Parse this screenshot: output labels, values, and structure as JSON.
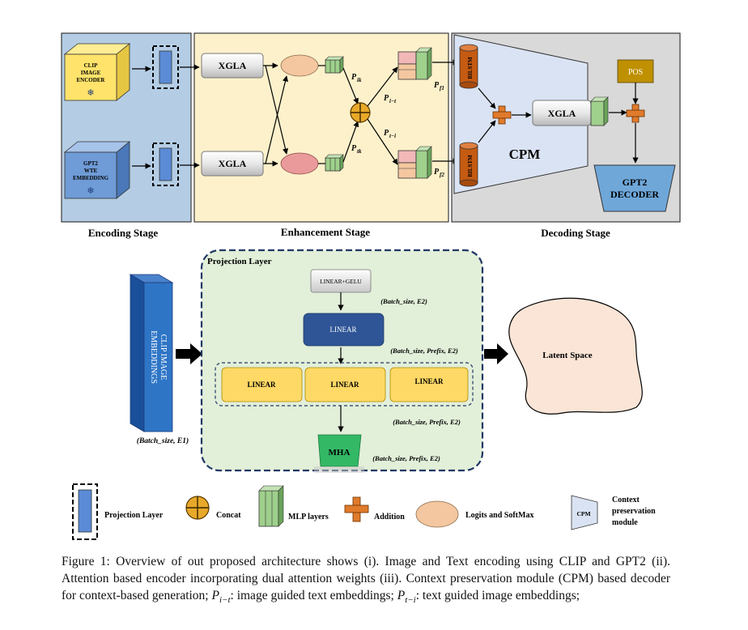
{
  "colors": {
    "encoding_bg": "#b4cde4",
    "enhancement_bg": "#fdf1cb",
    "decoding_bg": "#d9d9d9",
    "projection_bg": "#e2efd9",
    "cube_blue": "#6f9bd6",
    "cube_yellow": "#ffe36b",
    "linear_yellow": "#ffd966",
    "linear_navy": "#2f5597",
    "mha_green": "#33b866",
    "logits": "#f4c7a0",
    "addition": "#e07b2c",
    "concat": "#e8a92a",
    "mlp_green": "#9fd08c",
    "bilstm": "#c55a11",
    "pos": "#bf9000",
    "cpm_fill": "#dae3f3",
    "gpt2_decoder": "#6fa7d9"
  },
  "icons": [
    "snowflake-icon",
    "concat-icon",
    "addition-icon",
    "mlp-icon",
    "projection-icon",
    "logits-icon",
    "cpm-icon"
  ],
  "top": {
    "stages": {
      "encoding": "Encoding Stage",
      "enhancement": "Enhancement Stage",
      "decoding": "Decoding Stage"
    },
    "clip_encoder": [
      "CLIP",
      "IMAGE",
      "ENCODER"
    ],
    "gpt2_wte": [
      "GPT2",
      "WTE",
      "EMBEDDING"
    ],
    "snowflake": "❄",
    "xgla_label": "XGLA",
    "p_ik": "P",
    "p_ik_sub": "ik",
    "p_tk": "P",
    "p_tk_sub": "tk",
    "p_it": "P",
    "p_it_sub": "i−t",
    "p_ti": "P",
    "p_ti_sub": "t−i",
    "p_f1": "P",
    "p_f1_sub": "f1",
    "p_f2": "P",
    "p_f2_sub": "f2",
    "bilstm": "BILSTM",
    "cpm": "CPM",
    "pos": "POS",
    "gpt2_decoder": [
      "GPT2",
      "DECODER"
    ]
  },
  "bottom": {
    "clip_embeddings": [
      "CLIP IMAGE",
      "EMBEDDINGS"
    ],
    "clip_shape": "(Batch_size, E1)",
    "projection_title": "Projection Layer",
    "linear_gelu": "LINEAR+GELU",
    "shape_e2": "(Batch_size, E2)",
    "linear": "LINEAR",
    "shape_prefix_e2": "(Batch_size, Prefix, E2)",
    "linear_1": "LINEAR",
    "linear_2": "LINEAR",
    "linear_3": "LINEAR",
    "shape_prefix_e2_b": "(Batch_size, Prefix, E2)",
    "mha": "MHA",
    "shape_prefix_e2_c": "(Batch_size, Prefix, E2)",
    "latent_space": "Latent Space"
  },
  "legend": {
    "projection": "Projection Layer",
    "concat": "Concat",
    "mlp": "MLP layers",
    "addition": "Addition",
    "logits": "Logits and SoftMax",
    "cpm_icon": "CPM",
    "cpm": [
      "Context",
      "preservation",
      "module"
    ]
  },
  "caption": {
    "part1": "Figure 1: Overview of out proposed architecture shows (i). Image and Text encoding using CLIP and GPT2 (ii). Attention based encoder incorporating dual attention weights (iii). Context preservation module (CPM) based decoder for context-based generation; ",
    "p_it": "P",
    "p_it_sub": "i−t",
    "part2": ": image guided text embeddings; ",
    "p_ti": "P",
    "p_ti_sub": "t−i",
    "part3": ": text guided image embeddings;"
  }
}
